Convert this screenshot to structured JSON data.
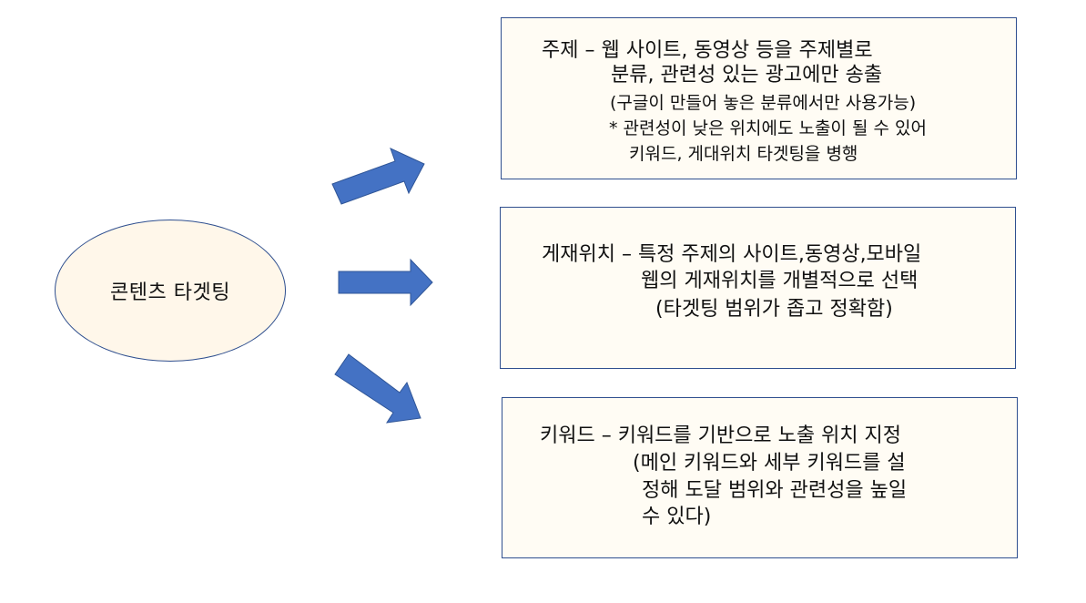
{
  "center": {
    "label": "콘텐츠 타겟팅"
  },
  "colors": {
    "ellipse_fill": "#fff7ea",
    "box_fill": "#fffcf4",
    "border": "#2f4f8f",
    "arrow": "#4472c4"
  },
  "boxes": {
    "topic": {
      "lines": [
        "주제 – 웹 사이트, 동영상 등을 주제별로",
        "분류, 관련성 있는 광고에만 송출",
        "(구글이 만들어 놓은 분류에서만 사용가능)",
        "* 관련성이 낮은 위치에도 노출이 될 수 있어",
        "키워드, 게대위치 타겟팅을 병행"
      ]
    },
    "placement": {
      "lines": [
        "게재위치 – 특정 주제의 사이트,동영상,모바일",
        "웹의 게재위치를 개별적으로 선택",
        "(타겟팅 범위가 좁고 정확함)"
      ]
    },
    "keyword": {
      "lines": [
        "키워드 – 키워드를 기반으로 노출 위치 지정",
        "(메인 키워드와 세부 키워드를 설",
        "정해 도달 범위와 관련성을 높일",
        "수 있다)"
      ]
    }
  }
}
